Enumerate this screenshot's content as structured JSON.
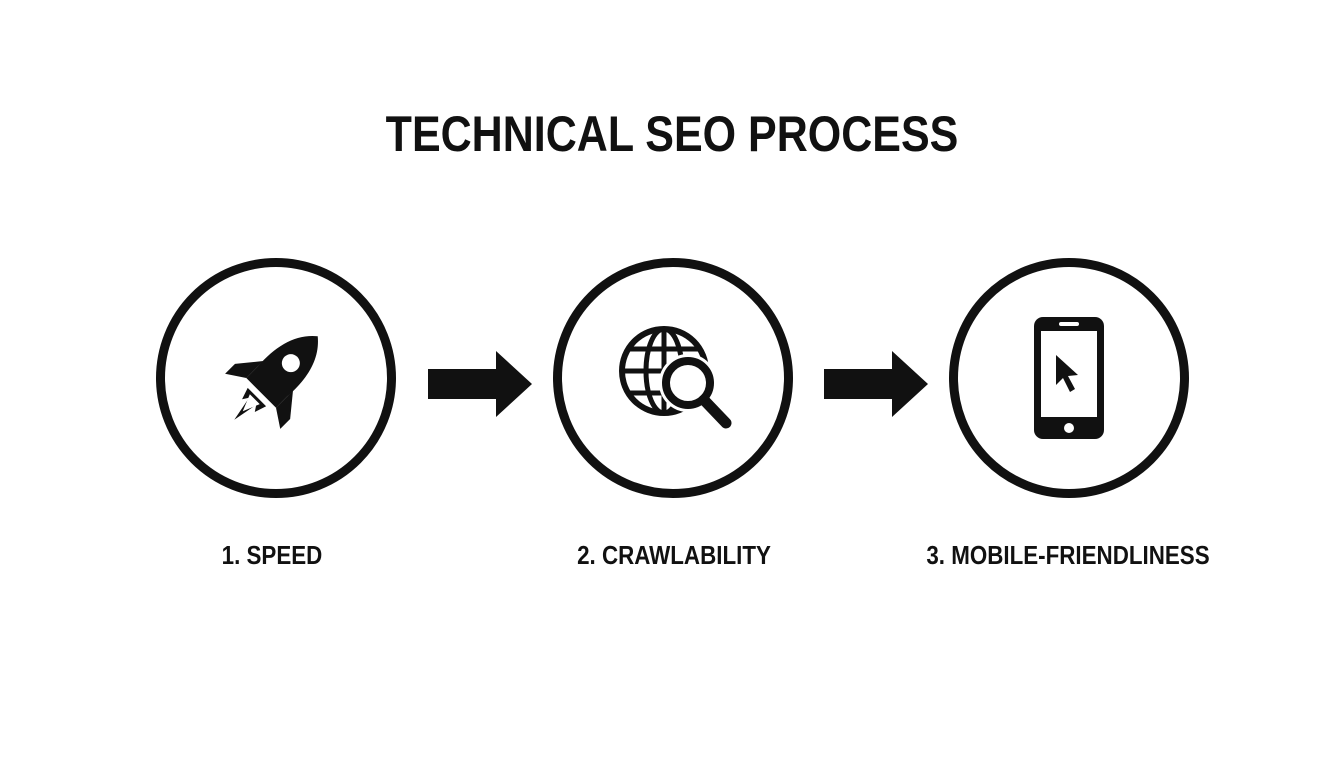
{
  "title": "TECHNICAL SEO PROCESS",
  "steps": [
    {
      "label": "1. SPEED",
      "icon": "rocket-icon"
    },
    {
      "label": "2. CRAWLABILITY",
      "icon": "globe-search-icon"
    },
    {
      "label": "3. MOBILE-FRIENDLINESS",
      "icon": "mobile-cursor-icon"
    }
  ],
  "colors": {
    "foreground": "#111111",
    "background": "#ffffff"
  }
}
